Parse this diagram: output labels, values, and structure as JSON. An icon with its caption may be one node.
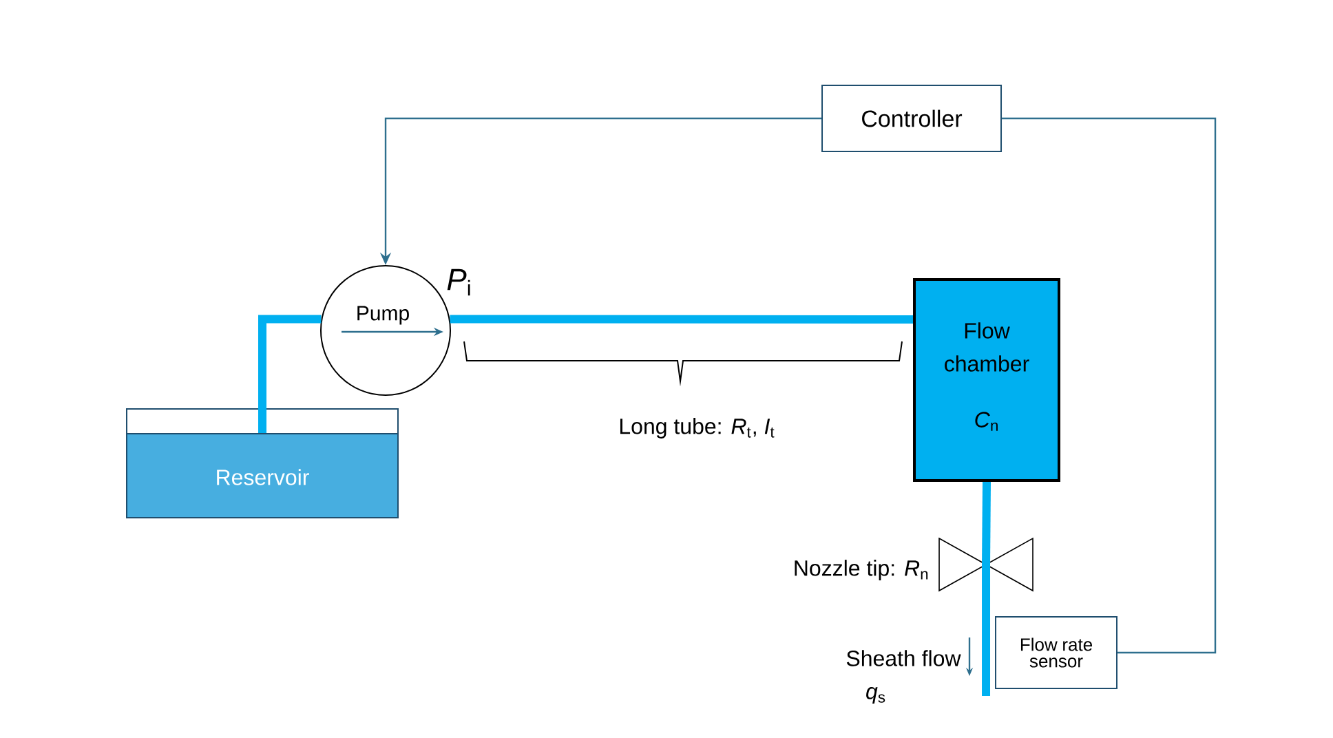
{
  "diagram": {
    "nodes": [
      {
        "text": [
          "Controller"
        ]
      },
      {
        "text": [
          "Pump"
        ],
        "beside": [
          "*P*$_{i}$"
        ]
      },
      {
        "text": [
          "Reservoir"
        ]
      },
      {
        "text": [
          "Flow chamber",
          "*C*$_{n}$"
        ]
      },
      {
        "text": [],
        "shape": "valve",
        "beside": [
          "Nozzle tip: *R*$_{n}$"
        ]
      },
      {
        "text": [
          "Flow rate sensor"
        ]
      }
    ],
    "edges": [
      {
        "from": 2,
        "to": 1,
        "arrow": "none"
      },
      {
        "from": 1,
        "to": 3,
        "arrow": "none"
      },
      {
        "from": 3,
        "to": 4,
        "arrow": "none"
      },
      {
        "from": 4,
        "to": 5,
        "arrow": "none"
      },
      {
        "from": 0,
        "to": 1,
        "arrow": "to",
        "color": "#2e6f8e"
      },
      {
        "from": 5,
        "to": 0,
        "arrow": "none",
        "color": "#2e6f8e"
      }
    ],
    "labels": [
      "Long tube: *R*$_{t}$, *I*$_{t}$",
      "Sheath flow",
      "*q*$_{s}$"
    ]
  }
}
